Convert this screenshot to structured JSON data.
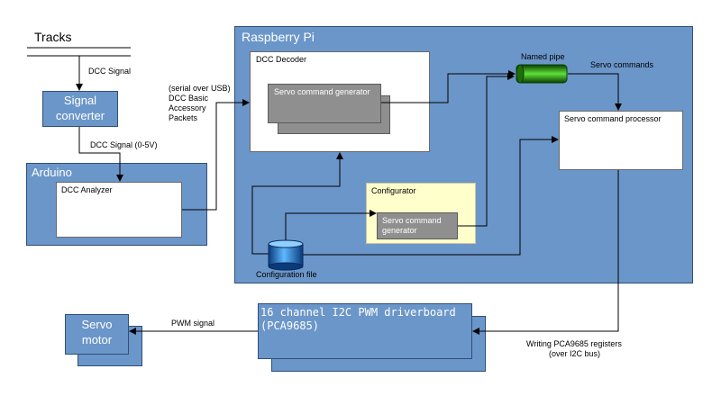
{
  "tracks_label": "Tracks",
  "signal_converter": {
    "line1": "Signal",
    "line2": "converter"
  },
  "dcc_signal_label": "DCC Signal",
  "dcc_signal_05_label": "DCC Signal (0-5V)",
  "arduino": {
    "title": "Arduino",
    "analyzer": "DCC Analyzer"
  },
  "usb_note": [
    "(serial over USB)",
    "DCC Basic",
    "Accessory",
    "Packets"
  ],
  "raspberry_pi": {
    "title": "Raspberry Pi",
    "dcc_decoder": "DCC Decoder",
    "servo_command_generator": "Servo command generator",
    "configurator": "Configurator",
    "configurator_generator": [
      "Servo command",
      "generator"
    ],
    "named_pipe": "Named pipe",
    "servo_commands_label": "Servo commands",
    "servo_command_processor": "Servo command processor",
    "configuration_file": "Configuration file"
  },
  "pwm_board": {
    "line1": "16 channel I2C PWM driverboard",
    "line2": "(PCA9685)"
  },
  "writing_registers": [
    "Writing PCA9685 registers",
    "(over I2C bus)"
  ],
  "pwm_signal_label": "PWM signal",
  "servo_motor": {
    "line1": "Servo",
    "line2": "motor"
  },
  "colors": {
    "blue_fill": "#6b96c9",
    "yellow_fill": "#ffffcc",
    "gray_fill": "#8f8f8f",
    "pipe_green": "#35a317"
  },
  "icons": [
    "named-pipe-icon",
    "database-icon",
    "arrowhead-icon"
  ]
}
